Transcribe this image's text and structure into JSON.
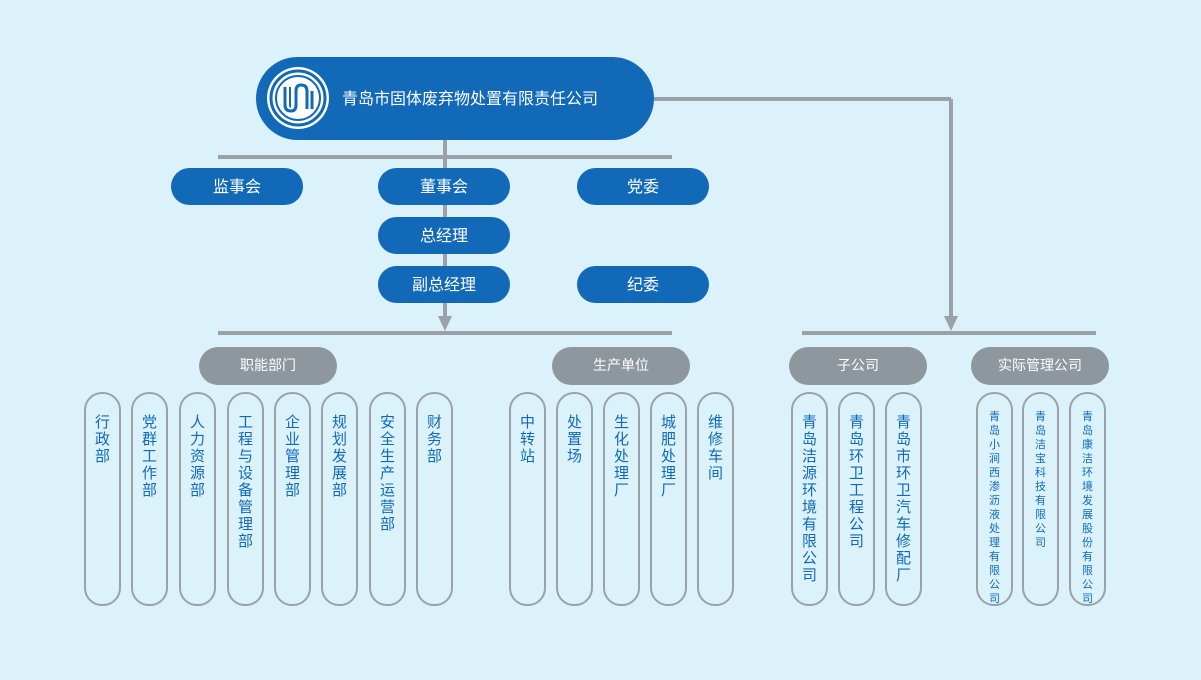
{
  "root": {
    "title": "青岛市固体废弃物处置有限责任公司",
    "logo_icon": "wave-logo-icon"
  },
  "governance": {
    "supervisory": "监事会",
    "board": "董事会",
    "party_committee": "党委",
    "general_manager": "总经理",
    "deputy_gm": "副总经理",
    "discipline_committee": "纪委"
  },
  "categories": {
    "functional": "职能部门",
    "production": "生产单位",
    "subsidiaries": "子公司",
    "managed": "实际管理公司"
  },
  "functional_depts": [
    "行政部",
    "党群工作部",
    "人力资源部",
    "工程与设备管理部",
    "企业管理部",
    "规划发展部",
    "安全生产运营部",
    "财务部"
  ],
  "production_units": [
    "中转站",
    "处置场",
    "生化处理厂",
    "城肥处理厂",
    "维修车间"
  ],
  "subsidiaries": [
    "青岛洁源环境有限公司",
    "青岛环卫工程公司",
    "青岛市环卫汽车修配厂"
  ],
  "managed_companies": [
    "青岛小涧西渗沥液处理有限公司",
    "青岛洁宝科技有限公司",
    "青岛康洁环境发展股份有限公司"
  ],
  "colors": {
    "background": "#dbf2fb",
    "primary": "#1169b8",
    "category": "#8e979d",
    "line": "#9aa2a8",
    "box_border": "#9aa2a8"
  }
}
